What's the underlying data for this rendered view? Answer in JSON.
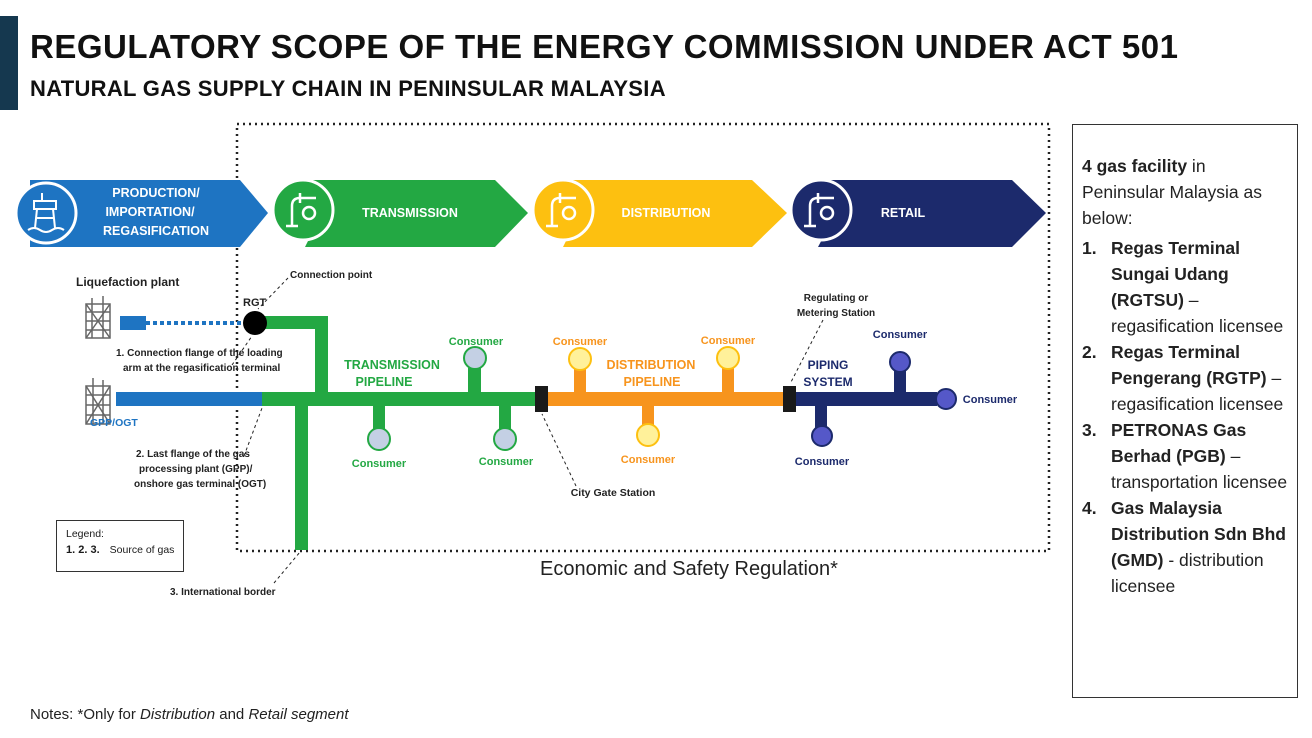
{
  "header": {
    "title": "REGULATORY SCOPE OF THE ENERGY COMMISSION UNDER ACT 501",
    "subtitle": "NATURAL GAS SUPPLY CHAIN IN PENINSULAR MALAYSIA"
  },
  "stages": [
    {
      "line1": "PRODUCTION/",
      "line2": "IMPORTATION/",
      "line3": "REGASIFICATION",
      "color": "#1e74c2"
    },
    {
      "line1": "TRANSMISSION",
      "color": "#23a843"
    },
    {
      "line1": "DISTRIBUTION",
      "color": "#fdc010"
    },
    {
      "line1": "RETAIL",
      "color": "#1c2a6c"
    }
  ],
  "diagram": {
    "liquefaction_plant": "Liquefaction plant",
    "connection_point": "Connection point",
    "rgt": "RGT",
    "source1_line1": "1. Connection flange of the loading",
    "source1_line2": "arm at the regasification terminal",
    "gpp_ogt": "GPP/OGT",
    "source2_line1": "2. Last flange of the gas",
    "source2_line2": "processing plant (GPP)/",
    "source2_line3": "onshore gas terminal (OGT)",
    "international_border": "3. International border",
    "transmission_pipeline_line1": "TRANSMISSION",
    "transmission_pipeline_line2": "PIPELINE",
    "distribution_pipeline_line1": "DISTRIBUTION",
    "distribution_pipeline_line2": "PIPELINE",
    "piping_system_line1": "PIPING",
    "piping_system_line2": "SYSTEM",
    "regulating_line1": "Regulating or",
    "regulating_line2": "Metering Station",
    "city_gate_station": "City Gate Station",
    "consumer": "Consumer",
    "caption": "Economic and Safety Regulation*"
  },
  "legend": {
    "title": "Legend:",
    "key": "1. 2. 3.",
    "description": "Source of gas"
  },
  "side_panel": {
    "intro_bold": "4 gas facility",
    "intro_rest": " in Peninsular Malaysia as below:",
    "items": [
      {
        "num": "1.",
        "name": "Regas Terminal Sungai Udang (RGTSU)",
        "role": " – regasification licensee"
      },
      {
        "num": "2.",
        "name": "Regas Terminal Pengerang (RGTP)",
        "role": " – regasification licensee"
      },
      {
        "num": "3.",
        "name": "PETRONAS Gas Berhad (PGB)",
        "role": " – transportation licensee"
      },
      {
        "num": "4.",
        "name": "Gas Malaysia Distribution Sdn Bhd (GMD)",
        "role": " - distribution licensee"
      }
    ]
  },
  "notes": {
    "prefix": "Notes: *Only for ",
    "distribution": "Distribution",
    "and": " and ",
    "retail": "Retail segment"
  },
  "colors": {
    "production": "#1e74c2",
    "transmission": "#23a843",
    "distribution": "#fdc010",
    "distribution_pipe": "#f7941d",
    "retail": "#1c2a6c",
    "consumer_green": "#c4d0e4",
    "consumer_yellow": "#fff19a",
    "consumer_navy": "#5558c8"
  }
}
